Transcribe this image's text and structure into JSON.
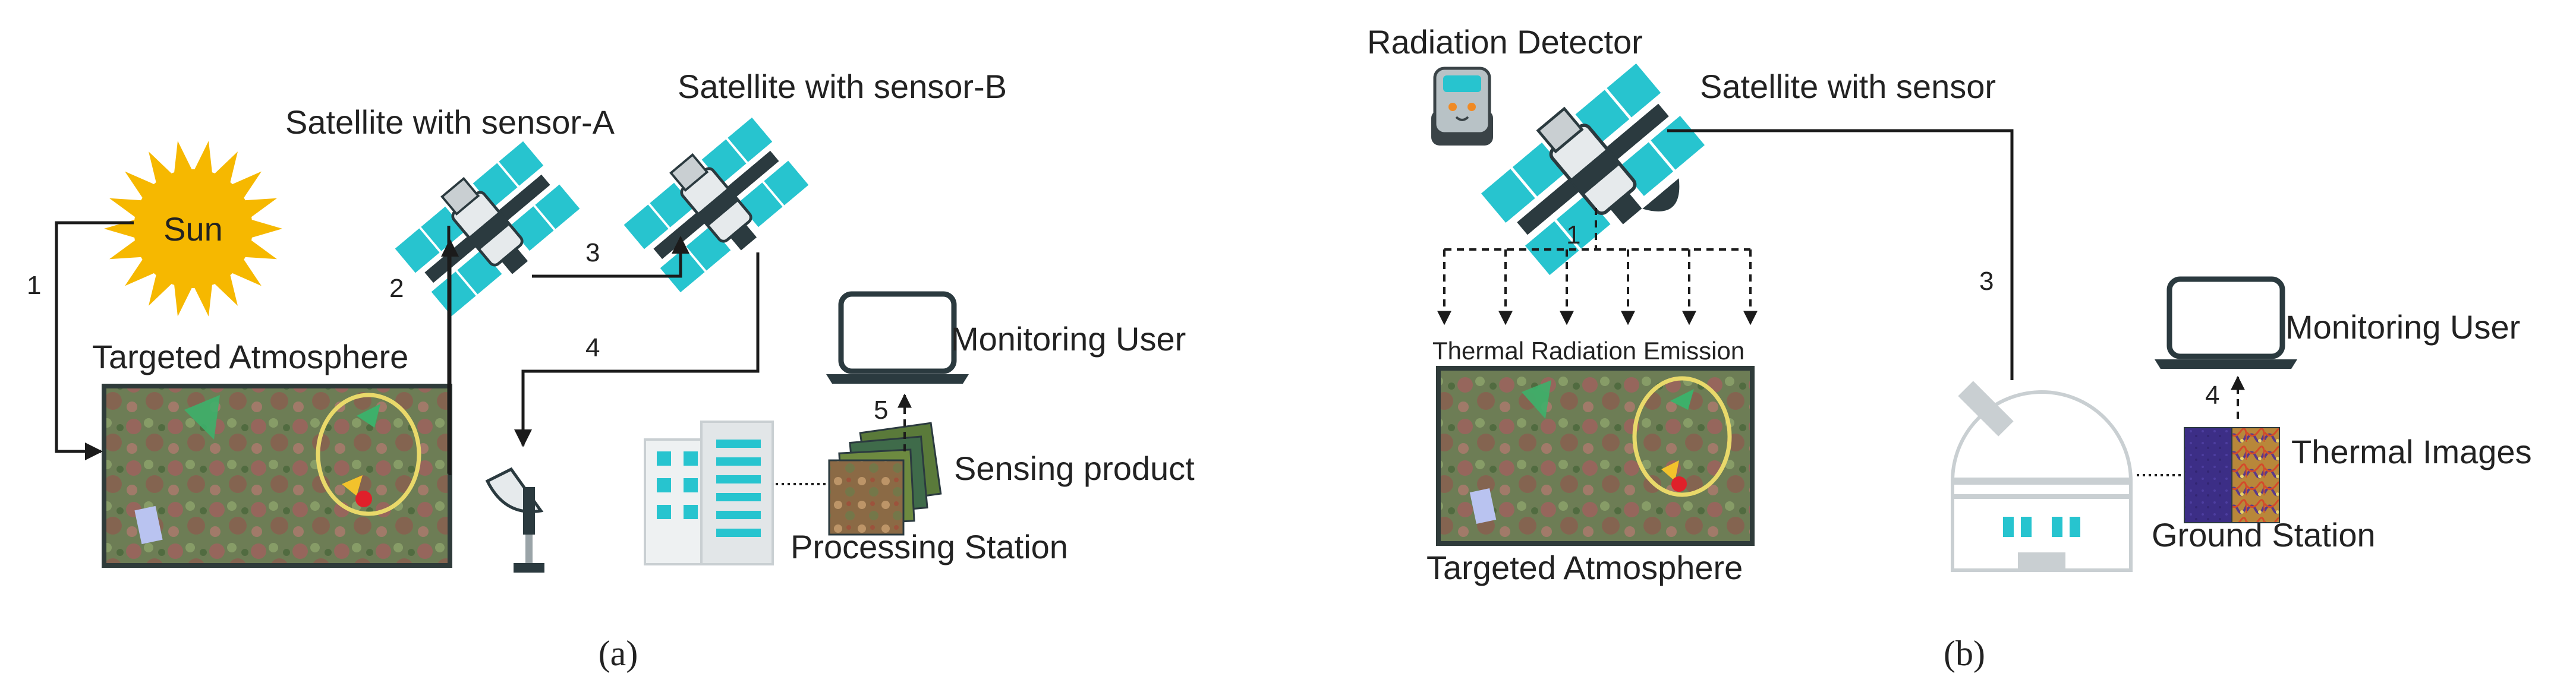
{
  "panel_a": {
    "sun_label": "Sun",
    "sat_a_label": "Satellite with sensor-A",
    "sat_b_label": "Satellite with sensor-B",
    "target_label": "Targeted Atmosphere",
    "monitor_label": "Monitoring User",
    "product_label": "Sensing product",
    "station_label": "Processing Station",
    "step1": "1",
    "step2": "2",
    "step3": "3",
    "step4": "4",
    "step5": "5",
    "caption": "(a)"
  },
  "panel_b": {
    "detector_label": "Radiation Detector",
    "sat_label": "Satellite with sensor",
    "emission_label": "Thermal Radiation Emission",
    "target_label": "Targeted Atmosphere",
    "monitor_label": "Monitoring User",
    "thermal_label": "Thermal Images",
    "ground_label": "Ground Station",
    "step1": "1",
    "step3": "3",
    "step4": "4",
    "caption": "(b)"
  },
  "colors": {
    "sun": "#f6b800",
    "teal": "#27c4cf",
    "dark": "#2b3a3f",
    "frame": "#2f3b3a",
    "ellipse": "#e9d96a"
  }
}
